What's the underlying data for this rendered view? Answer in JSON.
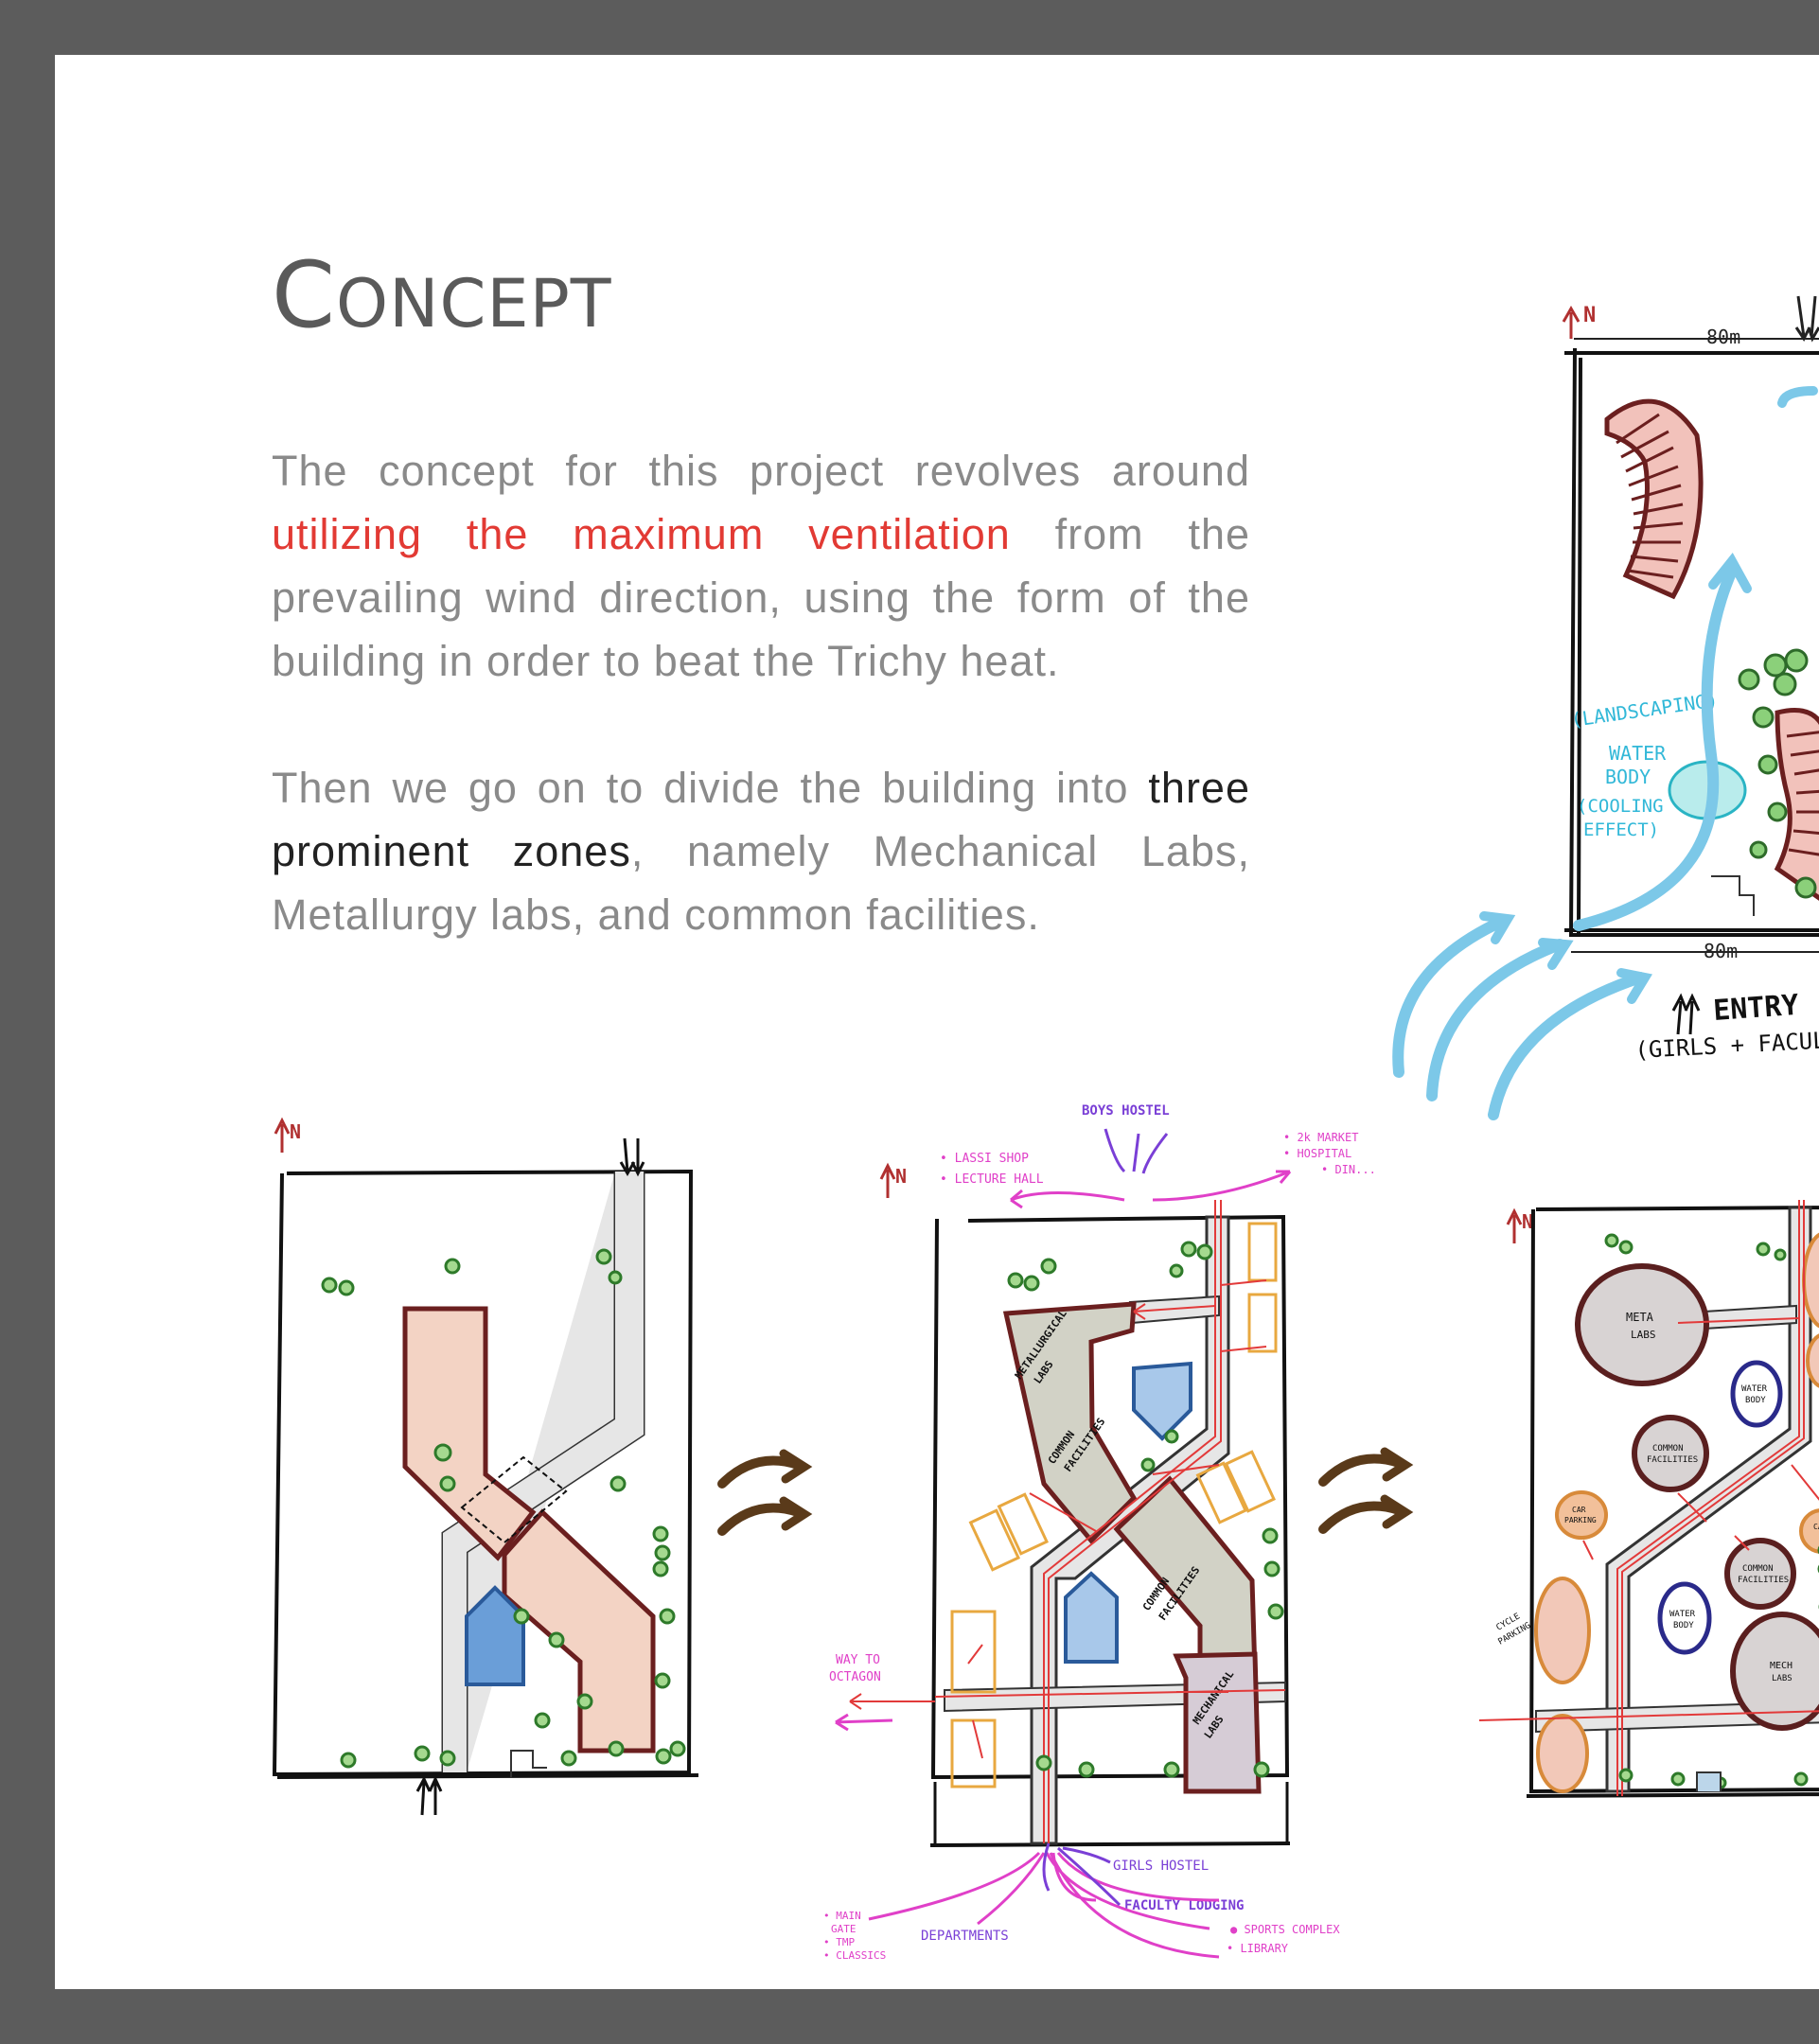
{
  "heading": {
    "first_letter": "C",
    "rest": "ONCEPT"
  },
  "paragraph1": {
    "before": "The concept for this project revolves around ",
    "highlight": "utilizing the maximum ventilation",
    "after": " from the prevailing wind direction, using the form of the building in order to beat the Trichy heat."
  },
  "paragraph2": {
    "before": "Then we go on to divide the building into ",
    "highlight": "three prominent zones",
    "after": ", namely Mechanical Labs, Metallurgy labs, and common facilities."
  },
  "sketch_top": {
    "north": "N",
    "dim_top": "80m",
    "dim_bottom": "80m",
    "landscaping": "(LANDSCAPING)",
    "water": "WATER",
    "body": "BODY",
    "cooling": "(COOLING",
    "effect": "EFFECT)",
    "entry": "ENTRY",
    "entry_sub": "(GIRLS + FACULTY"
  },
  "sketch_1": {
    "north": "N"
  },
  "sketch_2": {
    "north": "N",
    "boys_hostel": "BOYS HOSTEL",
    "lassi_shop": "• LASSI SHOP",
    "lecture_hall": "• LECTURE HALL",
    "market": "• 2k MARKET",
    "hospital": "• HOSPITAL",
    "dining": "• DIN...",
    "metallurgical": "METALLURGICAL",
    "labs": "LABS",
    "common": "COMMON",
    "facilities": "FACILITIES",
    "mechanical": "MECHANICAL",
    "way_to": "WAY TO",
    "octagon": "OCTAGON",
    "girls_hostel": "GIRLS HOSTEL",
    "faculty_lodging": "FACULTY LODGING",
    "sports": "● SPORTS COMPLEX",
    "library": "• LIBRARY",
    "departments": "DEPARTMENTS",
    "main": "• MAIN",
    "gate": "GATE",
    "tmp": "• TMP",
    "classics": "• CLASSICS"
  },
  "sketch_3": {
    "north": "N",
    "meta": "META",
    "labs": "LABS",
    "water": "WATER",
    "body": "BODY",
    "common": "COMMON",
    "facilities": "FACILITIES",
    "car": "CAR",
    "parking": "PARKING",
    "cycle": "CYCLE",
    "mech": "MECH"
  },
  "colors": {
    "frame": "#5c5c5c",
    "heading": "#5a5a5a",
    "body_text": "#8a8a8a",
    "highlight_red": "#e23a34",
    "highlight_dark": "#222222",
    "wind_blue": "#7cc8e8",
    "magenta": "#e040c8",
    "purple": "#7a3fd6",
    "path_red": "#e23a3a",
    "arrow_brown": "#5a3a1a"
  }
}
